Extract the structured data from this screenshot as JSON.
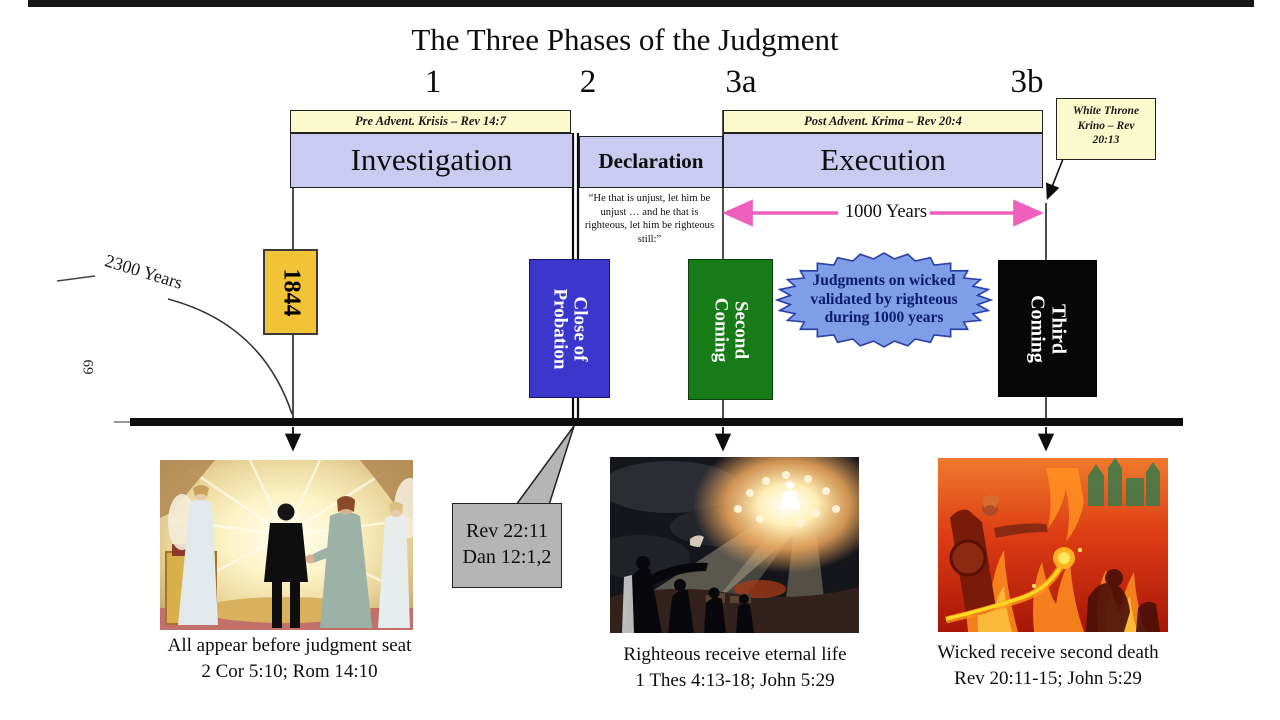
{
  "title": "The Three Phases of the Judgment",
  "page_number": "69",
  "phase_numbers": [
    "1",
    "2",
    "3a",
    "3b"
  ],
  "banners": {
    "pre_advent": "Pre Advent. Krisis – Rev 14:7",
    "post_advent": "Post Advent. Krima – Rev 20:4"
  },
  "white_throne_note": {
    "line1": "White Throne",
    "line2": "Krino – Rev",
    "line3": "20:13"
  },
  "phases": {
    "investigation": "Investigation",
    "declaration": "Declaration",
    "execution": "Execution"
  },
  "declaration_quote": "“He that is unjust, let him be unjust … and he that is righteous, let him be righteous still:”",
  "spans": {
    "years_2300": "2300 Years",
    "years_1000": "1000 Years"
  },
  "markers": {
    "m1844": {
      "label": "1844",
      "color": "#F2C237"
    },
    "close_of_probation": {
      "label": "Close of Probation",
      "color": "#3B36CC"
    },
    "second_coming": {
      "label": "Second Coming",
      "color": "#177B17"
    },
    "third_coming": {
      "label": "Third Coming",
      "color": "#070707"
    }
  },
  "starburst": {
    "line1": "Judgments on wicked",
    "line2": "validated by righteous",
    "line3": "during 1000 years",
    "fill": "#7E9EE8",
    "border": "#2A3FA8"
  },
  "callout": {
    "line1": "Rev 22:11",
    "line2": "Dan 12:1,2"
  },
  "figures": [
    {
      "caption_line1": "All appear before judgment seat",
      "caption_line2": "2 Cor 5:10; Rom 14:10"
    },
    {
      "caption_line1": "Righteous receive eternal life",
      "caption_line2": "1 Thes 4:13-18; John 5:29"
    },
    {
      "caption_line1": "Wicked receive second death",
      "caption_line2": "Rev 20:11-15; John 5:29"
    }
  ],
  "colors": {
    "banner_yellow": "#FBFACD",
    "bar_lavender": "#CBCBF1",
    "arrow_pink": "#EE5FBE",
    "callout_gray": "#B5B5B5",
    "timeline_black": "#0D0D0D"
  }
}
